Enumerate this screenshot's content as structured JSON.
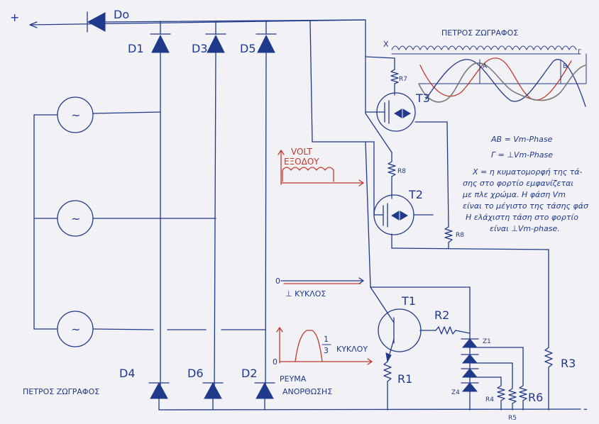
{
  "author_top": "ΠΕΤΡΟΣ ΖΩΓΡΑΦΟΣ",
  "author_bottom": "ΠΕΤΡΟΣ ΖΩΓΡΑΦΟΣ",
  "terminals": {
    "plus": "+",
    "minus": "-"
  },
  "diodes": {
    "d0": "Do",
    "d1": "D1",
    "d3": "D3",
    "d5": "D5",
    "d4": "D4",
    "d6": "D6",
    "d2": "D2"
  },
  "ac_source_symbol": "~",
  "transistors": {
    "t1": "T1",
    "t2": "T2",
    "t3": "T3"
  },
  "resistors": {
    "r1": "R1",
    "r2": "R2",
    "r3": "R3",
    "r4": "R4",
    "r5": "R5",
    "r6": "R6",
    "r7": "R7",
    "r8a": "R8",
    "r8b": "R8"
  },
  "zeners": {
    "z1": "Z1",
    "z4": "Z4"
  },
  "waveform": {
    "x_label": "X",
    "gamma_label": "Γ",
    "a_label": "A",
    "b_label": "B",
    "formula_ab": "AB = Vm-Phase",
    "formula_gamma": "Γ = ⊥Vm-Phase"
  },
  "description_lines": [
    "X = η κυματομορφή της τά-",
    "σης στο φορτίο εμφανίζεται",
    "με πλε χρώμα. Η φάση Vm",
    "είναι το μέγιστο της τάσης φάσ",
    "Η ελάχιστη τάση στο φορτίο",
    "είναι ⊥Vm-phase."
  ],
  "output_voltage": {
    "line1": "VOLT",
    "line2": "ΕΞΟΔΟΥ"
  },
  "cycle_label": "⊥ ΚΥΚΛΟΣ",
  "cycle_zero": "0",
  "current_zero": "0",
  "third_cycle": {
    "fraction_num": "1",
    "fraction_den": "3",
    "label": "ΚΥΚΛΟΥ"
  },
  "rectifier_current": {
    "line1": "ΡΕΥΜΑ",
    "line2": "ΑΝΟΡΘΩΣΗΣ"
  },
  "colors": {
    "ink": "#1f3a8a",
    "red": "#c0392b",
    "wave_red": "#b03030",
    "wave_blue": "#1f3a8a",
    "wave_grey": "#7a7a7a"
  }
}
